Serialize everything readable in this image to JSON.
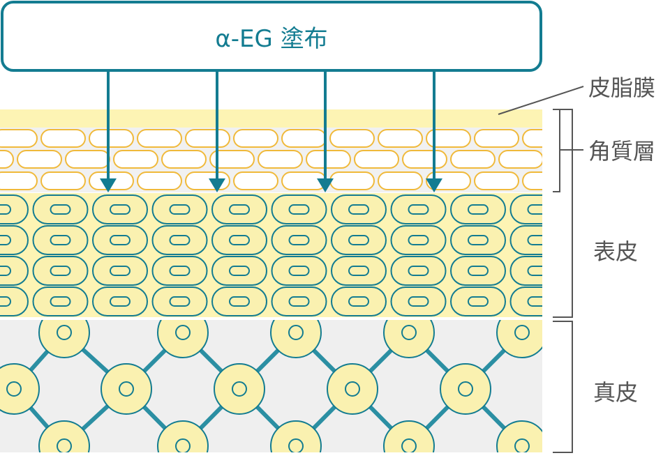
{
  "header": {
    "title": "α-EG 塗布"
  },
  "labels": {
    "sebum": "皮脂膜",
    "stratum_corneum": "角質層",
    "epidermis": "表皮",
    "dermis": "真皮"
  },
  "colors": {
    "teal": "#137c91",
    "teal_line": "#2b8fa3",
    "yellow_band": "#fdf4b4",
    "cell_fill": "#faf1b0",
    "corneum_outline": "#f0b93a",
    "corneum_bg": "#f1f1f1",
    "dermis_bg": "#efefef",
    "label_gray": "#555555"
  }
}
